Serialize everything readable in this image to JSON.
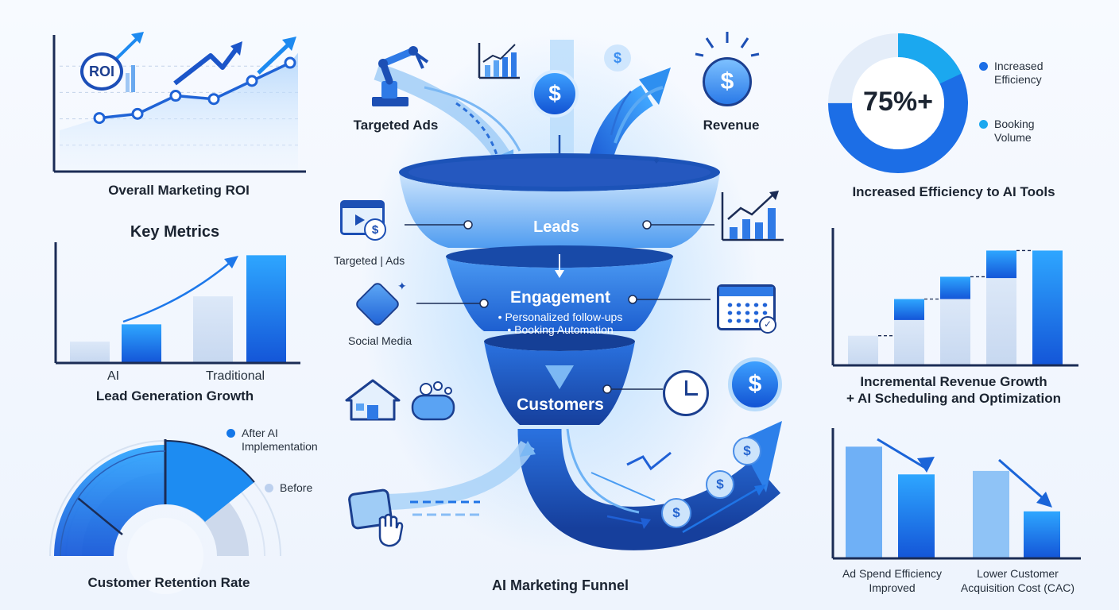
{
  "roi_panel": {
    "title": "Overall Marketing ROI",
    "badge": "ROI",
    "chart_data": {
      "type": "line",
      "title": "Overall Marketing ROI",
      "x": [
        1,
        2,
        3,
        4,
        5,
        6
      ],
      "y": [
        6.5,
        7.0,
        9.2,
        8.8,
        11.0,
        13.2
      ],
      "xlabel": "",
      "ylabel": "",
      "ylim": [
        0,
        16
      ],
      "grid": true
    }
  },
  "key_metrics": {
    "heading": "Key Metrics",
    "cat_left": "AI",
    "cat_right": "Traditional",
    "caption": "Lead Generation Growth",
    "chart_data": {
      "type": "bar",
      "categories": [
        "AI",
        "AI",
        "Traditional",
        "Traditional"
      ],
      "values": [
        2.5,
        4.6,
        8.0,
        13.0
      ],
      "ylim": [
        0,
        14
      ]
    }
  },
  "retention": {
    "title": "Customer Retention Rate",
    "legend_after": "After AI Implementation",
    "legend_before": "Before",
    "colors": {
      "after": "#1477e8",
      "before": "#cfd9ea"
    }
  },
  "funnel": {
    "title": "AI Marketing Funnel",
    "stage_leads": "Leads",
    "stage_engagement": "Engagement",
    "engagement_line1": "• Personalized follow-ups",
    "engagement_line2": "• Booking Automation",
    "stage_customers": "Customers",
    "label_targeted_ads_top": "Targeted Ads",
    "label_revenue": "Revenue",
    "label_targeted_ads_left": "Targeted | Ads",
    "label_social_media": "Social Media",
    "currency_symbol": "$",
    "colors": {
      "dark": "#1a4fb5",
      "mid": "#2f7ae6",
      "light": "#8cc3f7"
    }
  },
  "efficiency": {
    "value": "75%+",
    "legend_1": "Increased Efficiency",
    "legend_2": "Booking Volume",
    "caption": "Increased Efficiency to AI Tools",
    "colors": {
      "efficiency": "#1c6ee6",
      "booking": "#1ba8ef",
      "track": "#e4edf9"
    }
  },
  "incremental": {
    "caption_line1": "Incremental Revenue Growth",
    "caption_line2": "+ AI Scheduling and Optimization",
    "chart_data": {
      "type": "bar",
      "categories": [
        "1",
        "2",
        "3",
        "4",
        "5"
      ],
      "series": [
        {
          "values": [
            2.2,
            3.4,
            5.0,
            6.6,
            8.7
          ]
        },
        {
          "values": [
            0,
            1.6,
            1.7,
            2.1,
            0
          ]
        }
      ],
      "ylim": [
        0,
        10
      ]
    }
  },
  "cost": {
    "caption_left_1": "Ad Spend Efficiency",
    "caption_left_2": "Improved",
    "caption_right_1": "Lower Customer",
    "caption_right_2": "Acquisition Cost (CAC)",
    "chart_data": {
      "type": "bar",
      "categories": [
        "Ad Spend Efficiency Improved",
        "Ad Spend Efficiency Improved",
        "Lower Customer Acquisition Cost (CAC)",
        "Lower Customer Acquisition Cost (CAC)"
      ],
      "values": [
        9.6,
        7.2,
        7.5,
        4.0
      ],
      "ylim": [
        0,
        11
      ]
    }
  }
}
